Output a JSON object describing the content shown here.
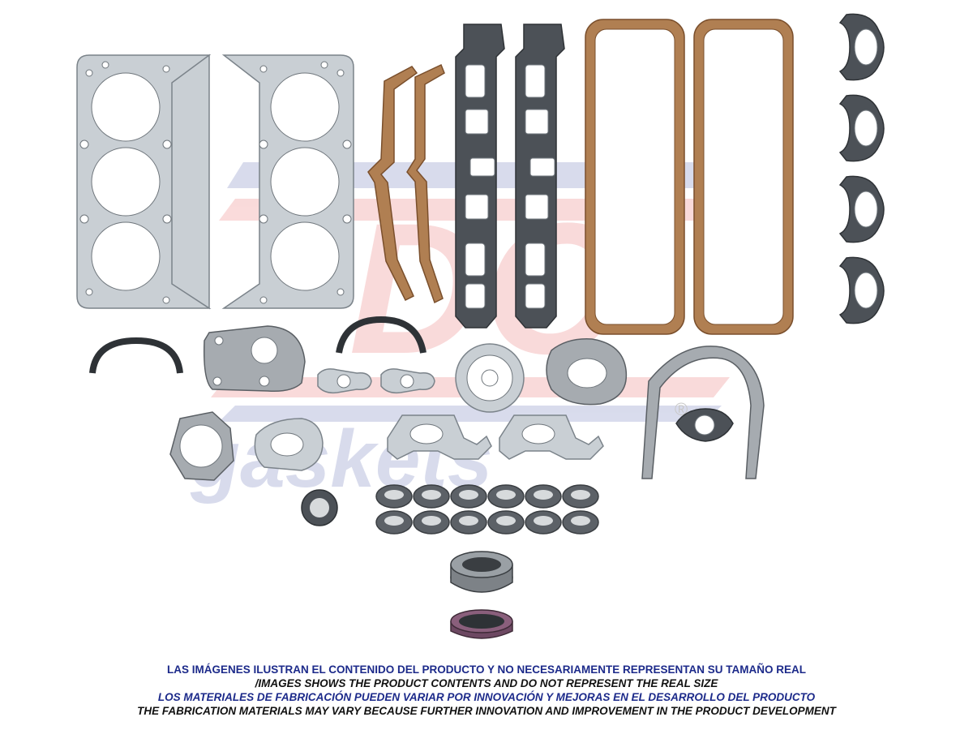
{
  "watermark": {
    "logo_text": "DC",
    "brand_text": "gaskets",
    "registered_mark": "®",
    "colors": {
      "red": "#e23a3a",
      "blue": "#2b3f9c"
    }
  },
  "disclaimer": {
    "line1": "LAS IMÁGENES ILUSTRAN EL CONTENIDO DEL PRODUCTO Y NO NECESARIAMENTE REPRESENTAN SU TAMAÑO REAL",
    "line2": "/IMAGES SHOWS THE PRODUCT CONTENTS AND DO NOT REPRESENT THE REAL SIZE",
    "line3": "LOS MATERIALES DE FABRICACIÓN PUEDEN VARIAR POR INNOVACIÓN Y MEJORAS EN EL DESARROLLO DEL PRODUCTO",
    "line4": "THE FABRICATION MATERIALS MAY VARY BECAUSE FURTHER INNOVATION AND IMPROVEMENT IN THE PRODUCT DEVELOPMENT"
  }
}
